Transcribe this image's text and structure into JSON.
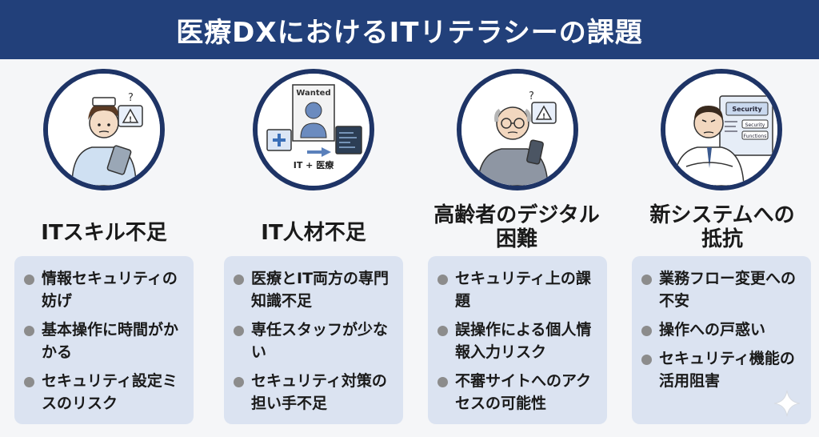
{
  "header": {
    "title": "医療DXにおけるITリテラシーの課題"
  },
  "columns": [
    {
      "title": "ITスキル不足",
      "items": [
        "情報セキュリティの妨げ",
        "基本操作に時間がかかる",
        "セキュリティ設定ミスのリスク"
      ]
    },
    {
      "title": "IT人材不足",
      "illustration": {
        "poster": "Wanted",
        "caption": "IT + 医療"
      },
      "items": [
        "医療とIT両方の専門知識不足",
        "専任スタッフが少ない",
        "セキュリティ対策の担い手不足"
      ]
    },
    {
      "title": "高齢者のデジタル困難",
      "items": [
        "セキュリティ上の課題",
        "誤操作による個人情報入力リスク",
        "不審サイトへのアクセスの可能性"
      ]
    },
    {
      "title": "新システムへの抵抗",
      "illustration": {
        "screen_title": "Security",
        "button_1": "Security",
        "button_2": "Functions"
      },
      "items": [
        "業務フロー変更への不安",
        "操作への戸惑い",
        "セキュリティ機能の活用阻害"
      ]
    }
  ],
  "colors": {
    "header": "#22407a",
    "panel": "#dbe3f1",
    "circle_border": "#1e3466",
    "bullet": "#8c8c8c"
  }
}
